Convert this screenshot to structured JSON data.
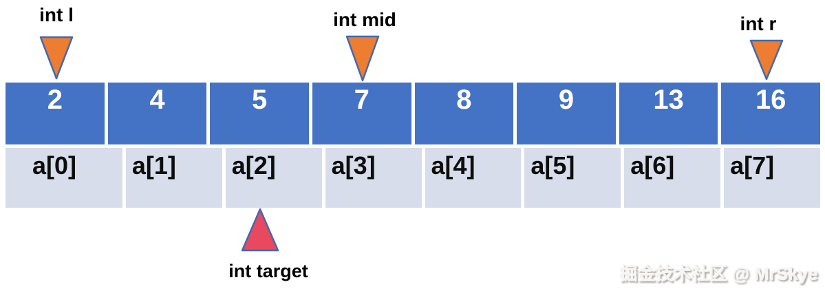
{
  "diagram": {
    "topic": "binary search array",
    "array": {
      "values": [
        "2",
        "4",
        "5",
        "7",
        "8",
        "9",
        "13",
        "16"
      ],
      "indices": [
        "a[0]",
        "a[1]",
        "a[2]",
        "a[3]",
        "a[4]",
        "a[5]",
        "a[6]",
        "a[7]"
      ]
    },
    "pointers": {
      "l": {
        "label": "int l",
        "cell": 0,
        "direction": "down"
      },
      "mid": {
        "label": "int mid",
        "cell": 3,
        "direction": "down"
      },
      "r": {
        "label": "int r",
        "cell": 7,
        "direction": "down"
      },
      "target": {
        "label": "int target",
        "cell": 2,
        "direction": "up"
      }
    }
  },
  "colors": {
    "cell_blue": "#4472C4",
    "cell_light": "#D7DDEA",
    "pointer_orange": "#ED7D31",
    "pointer_red": "#E8495F",
    "pointer_border": "#4169B2"
  },
  "watermark": {
    "text": "掘金技术社区 @ MrSkye"
  }
}
